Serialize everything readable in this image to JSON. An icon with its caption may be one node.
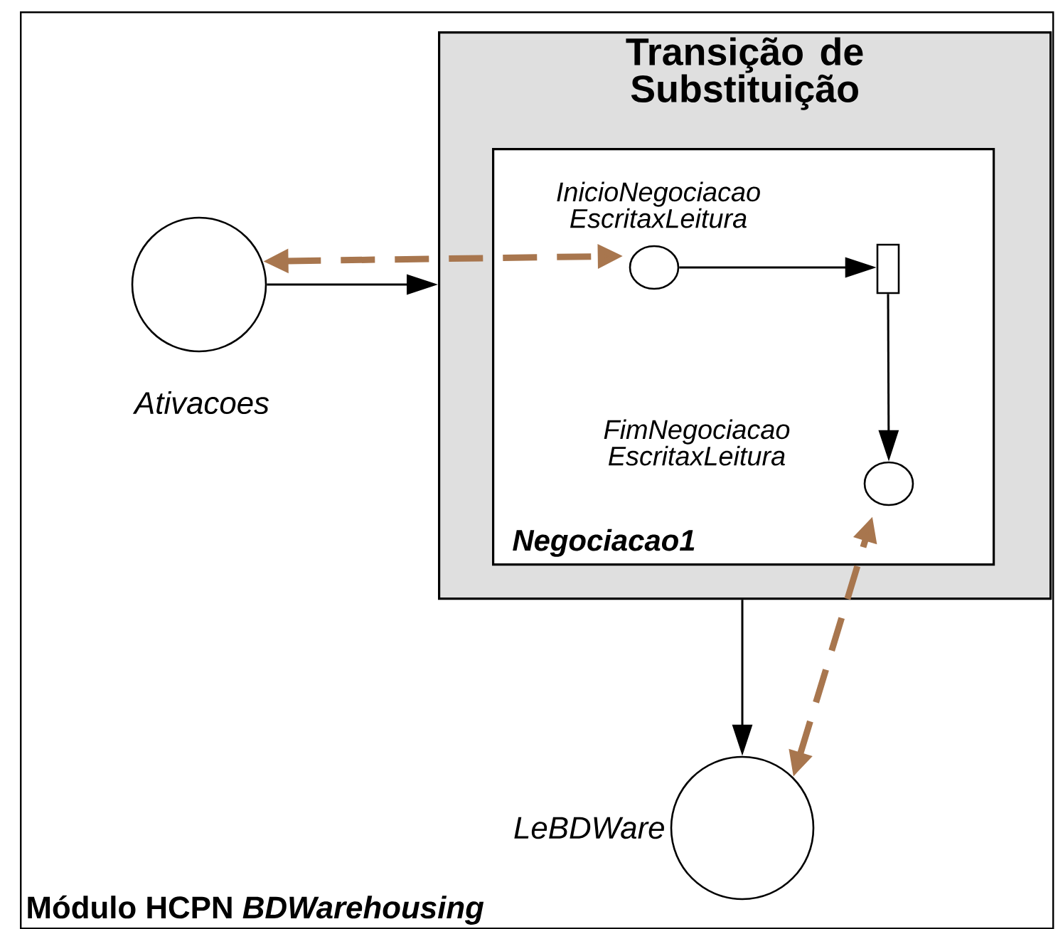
{
  "diagram": {
    "nodes": [
      {
        "text": [
          "Módulo HCPN *BDWarehousing*"
        ]
      },
      {
        "text": [
          "Transição de Substituição"
        ],
        "in": 0
      },
      {
        "text": [
          "Negociacao1"
        ],
        "in": 1
      },
      {
        "text": [],
        "shape": "circle",
        "beside": [
          "InicioNegociacao EscritaxLeitura"
        ],
        "in": 2
      },
      {
        "text": [],
        "shape": "bar",
        "in": 2
      },
      {
        "text": [],
        "shape": "circle",
        "beside": [
          "FimNegociacao EscritaxLeitura"
        ],
        "in": 2
      },
      {
        "text": [],
        "shape": "circle",
        "beside": [
          "Ativacoes"
        ],
        "in": 0
      },
      {
        "text": [],
        "shape": "circle",
        "beside": [
          "LeBDWare"
        ],
        "in": 0
      }
    ],
    "edges": [
      {
        "from": 6,
        "to": 1,
        "arrow": "to"
      },
      {
        "from": 3,
        "to": 4,
        "arrow": "to"
      },
      {
        "from": 4,
        "to": 5,
        "arrow": "to"
      },
      {
        "from": 1,
        "to": 7,
        "arrow": "to"
      },
      {
        "from": 6,
        "to": 3,
        "arrow": "both",
        "style": "dashed",
        "color": "#a8764e"
      },
      {
        "from": 7,
        "to": 5,
        "arrow": "both",
        "style": "dashed",
        "color": "#a8764e"
      }
    ]
  }
}
